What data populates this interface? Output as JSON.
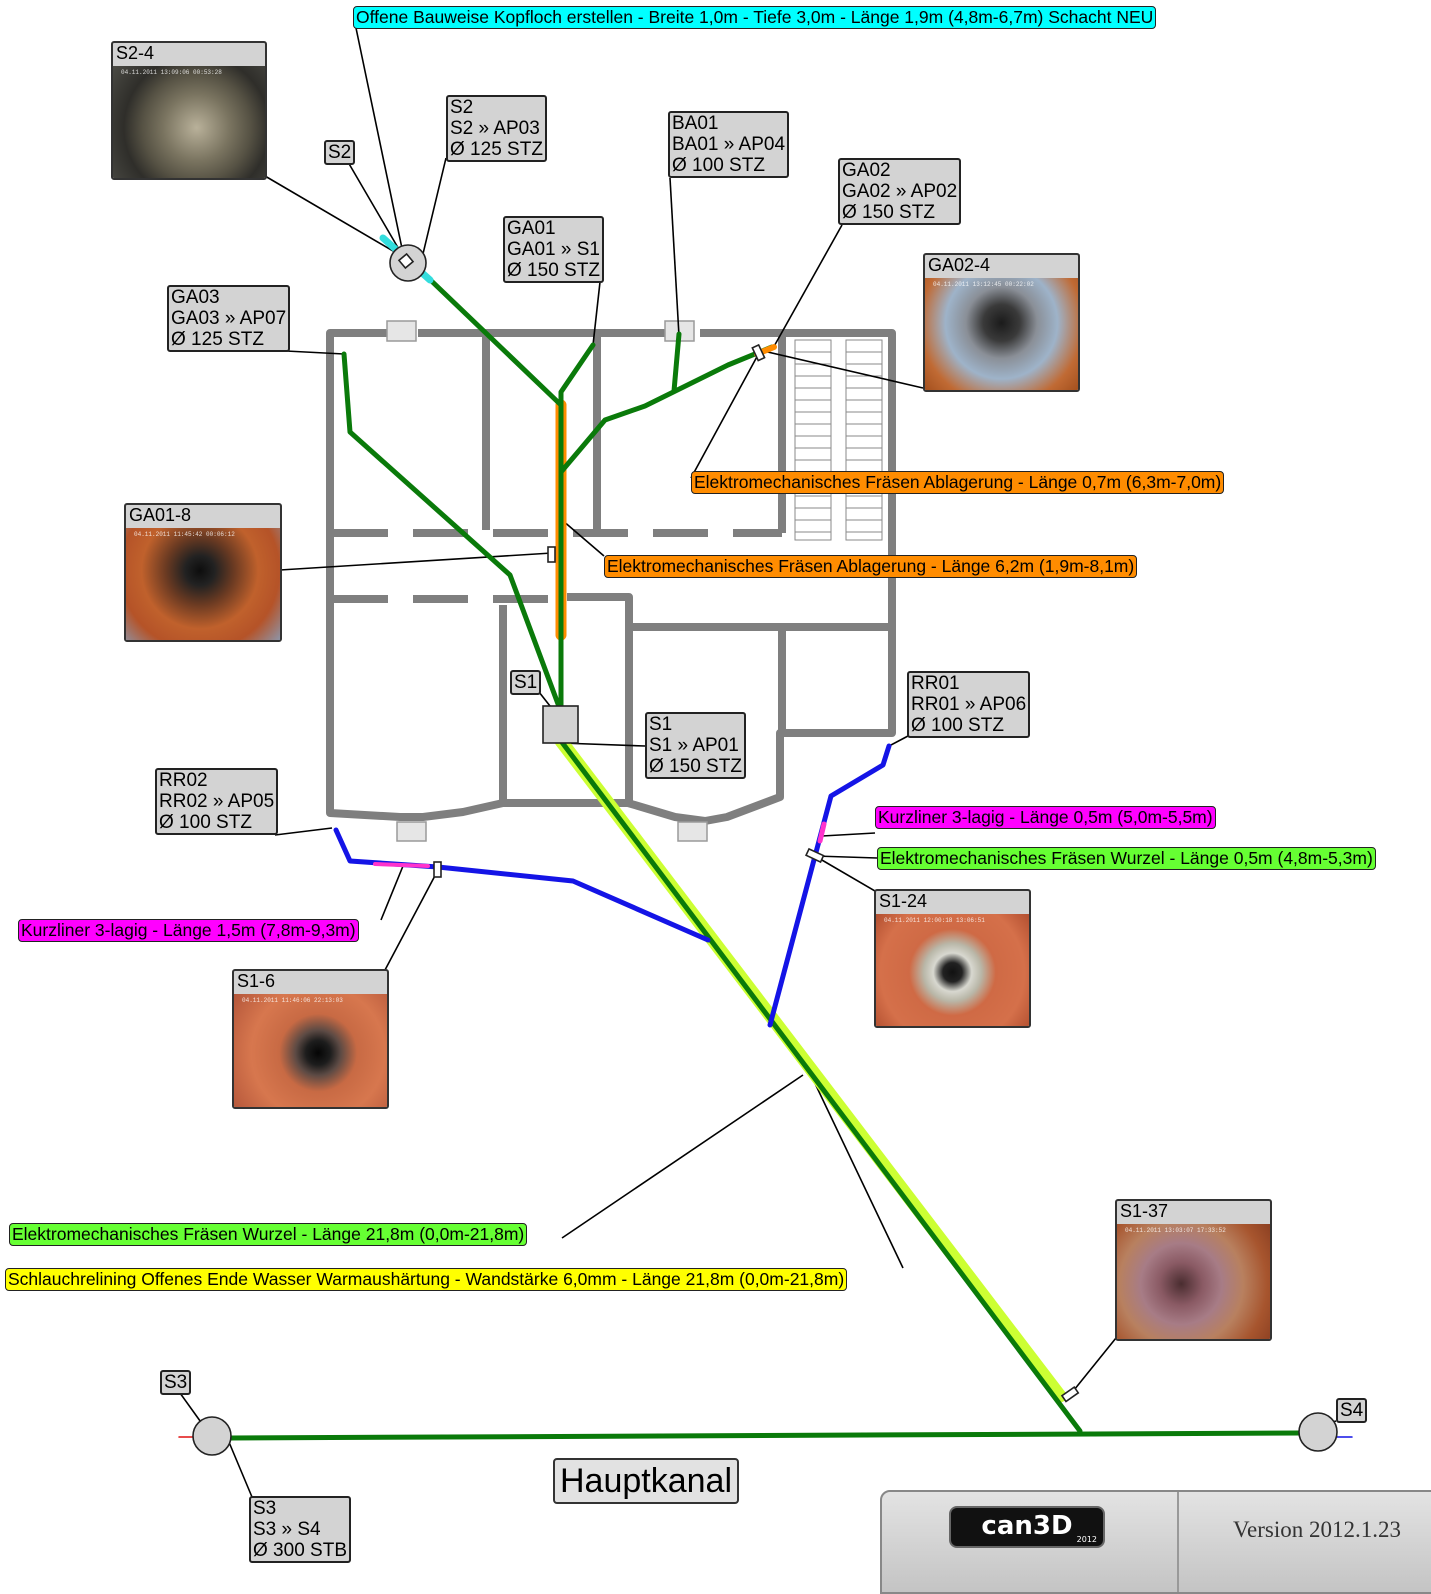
{
  "shafts": {
    "s2": "S2",
    "s1": "S1",
    "s3": "S3",
    "s4": "S4"
  },
  "pipes": {
    "s2": [
      "S2",
      "S2 » AP03",
      "Ø 125 STZ"
    ],
    "ba01": [
      "BA01",
      "BA01 » AP04",
      "Ø 100 STZ"
    ],
    "ga02": [
      "GA02",
      "GA02 » AP02",
      "Ø 150 STZ"
    ],
    "ga01": [
      "GA01",
      "GA01 » S1",
      "Ø 150 STZ"
    ],
    "ga03": [
      "GA03",
      "GA03 » AP07",
      "Ø 125 STZ"
    ],
    "s1": [
      "S1",
      "S1 » AP01",
      "Ø 150 STZ"
    ],
    "rr01": [
      "RR01",
      "RR01 » AP06",
      "Ø 100 STZ"
    ],
    "rr02": [
      "RR02",
      "RR02 » AP05",
      "Ø 100 STZ"
    ],
    "s3": [
      "S3",
      "S3 » S4",
      "Ø 300 STB"
    ]
  },
  "measures": {
    "kopfloch": {
      "text": "Offene Bauweise Kopfloch erstellen - Breite 1,0m - Tiefe 3,0m - Länge 1,9m (4,8m-6,7m) Schacht NEU",
      "color": "#00ffff"
    },
    "fraesen_ga02": {
      "text": "Elektromechanisches Fräsen Ablagerung - Länge 0,7m (6,3m-7,0m)",
      "color": "#ff8c00"
    },
    "fraesen_ga01": {
      "text": "Elektromechanisches Fräsen Ablagerung - Länge 6,2m (1,9m-8,1m)",
      "color": "#ff8c00"
    },
    "kurzliner_rr01": {
      "text": "Kurzliner 3-lagig - Länge 0,5m (5,0m-5,5m)",
      "color": "#ff00ff"
    },
    "wurzel_rr01": {
      "text": "Elektromechanisches Fräsen Wurzel - Länge 0,5m (4,8m-5,3m)",
      "color": "#66ff33"
    },
    "kurzliner_rr02": {
      "text": "Kurzliner 3-lagig - Länge 1,5m (7,8m-9,3m)",
      "color": "#ff00ff"
    },
    "wurzel_s1": {
      "text": "Elektromechanisches Fräsen Wurzel - Länge 21,8m (0,0m-21,8m)",
      "color": "#66ff33"
    },
    "schlauch_s1": {
      "text": "Schlauchrelining Offenes Ende Wasser Warmaushärtung - Wandstärke 6,0mm - Länge 21,8m (0,0m-21,8m)",
      "color": "#ffff00"
    }
  },
  "photos": {
    "s2_4": "S2-4",
    "ga02_4": "GA02-4",
    "ga01_8": "GA01-8",
    "s1_24": "S1-24",
    "s1_6": "S1-6",
    "s1_37": "S1-37"
  },
  "photo_stamps": {
    "s2_4": "04.11.2011   13:09:06     00:53:28",
    "ga02_4": "04.11.2011   13:12:45     00:22:02",
    "ga01_8": "04.11.2011   11:45:42     00:06:12",
    "s1_24": "04.11.2011   12:00:18     13:06:51",
    "s1_6": "04.11.2011   11:46:06     22:13:03",
    "s1_37": "04.11.2011   13:03:07     17:33:52"
  },
  "main_channel": "Hauptkanal",
  "footer": {
    "logo": "can3D",
    "logo_year": "2012",
    "version": "Version 2012.1.23"
  },
  "colors": {
    "pipe_green": "#0a7a0a",
    "pipe_blue": "#1414e6",
    "wall_gray": "#7f7f7f",
    "liner_yellow": "#ccff33",
    "milling_orange": "#ff8c00",
    "kopfloch_cyan": "#33dddd",
    "kurzliner_magenta": "#ff33cc"
  }
}
